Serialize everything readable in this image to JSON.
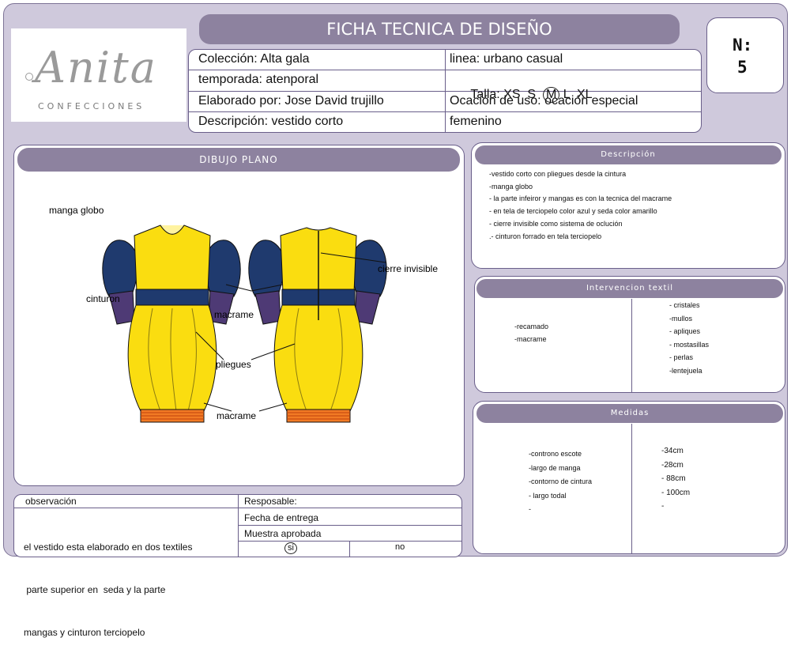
{
  "header": {
    "title": "FICHA TECNICA DE DISEÑO",
    "number_label": "N:",
    "number_value": "5"
  },
  "logo": {
    "script": "Anita",
    "sub": "CONFECCIONES"
  },
  "info": {
    "left": [
      "Colección: Alta gala",
      "temporada: atenporal",
      "Elaborado por: Jose David trujillo",
      "Descripción: vestido  corto"
    ],
    "right": [
      "linea: urbano casual",
      "Talla: XS  S  ",
      "Ocación de uso: ocación especial",
      "femenino"
    ],
    "size_selected": "M",
    "size_after": " L  XL"
  },
  "drawing": {
    "title": "DIBUJO PLANO",
    "labels": {
      "manga": "manga globo",
      "cierre": "cierre invisible",
      "cinturon": "cinturon",
      "macrame_top": "macrame",
      "pliegues": "pliegues",
      "macrame_bottom": "macrame"
    },
    "colors": {
      "yellow": "#fadd10",
      "navy": "#1f3a6e",
      "purple": "#4e3a75",
      "macrame": "#f27a24"
    }
  },
  "descripcion": {
    "title": "Descripción",
    "items": [
      "-vestido corto con pliegues desde la cintura",
      "-manga globo",
      "- la parte infeiror y mangas es con la tecnica del macrame",
      "- en tela de terciopelo color azul y seda color amarillo",
      "- cierre invisible como sistema de oclución",
      ".- cinturon forrado en tela terciopelo"
    ]
  },
  "intervencion": {
    "title": "Intervencion textil",
    "left": [
      "-recamado",
      "-macrame"
    ],
    "right": [
      "- cristales",
      "-mullos",
      "- apliques",
      "- mostasillas",
      "- perlas",
      "-lentejuela"
    ]
  },
  "medidas": {
    "title": "Medidas",
    "left": [
      "-controno escote",
      "-largo de manga",
      "-contorno de cintura",
      "- largo todal",
      "-"
    ],
    "right": [
      "-34cm",
      "-28cm",
      "- 88cm",
      "- 100cm",
      "-"
    ]
  },
  "observacion": {
    "label": "observación",
    "lines": [
      "el vestido esta elaborado en dos textiles",
      " parte superior en  seda y la parte",
      "mangas y cinturon terciopelo"
    ]
  },
  "approval": {
    "responsable": "Resposable:",
    "fecha": "Fecha de entrega",
    "muestra": "Muestra aprobada",
    "si": "si",
    "no": "no"
  }
}
